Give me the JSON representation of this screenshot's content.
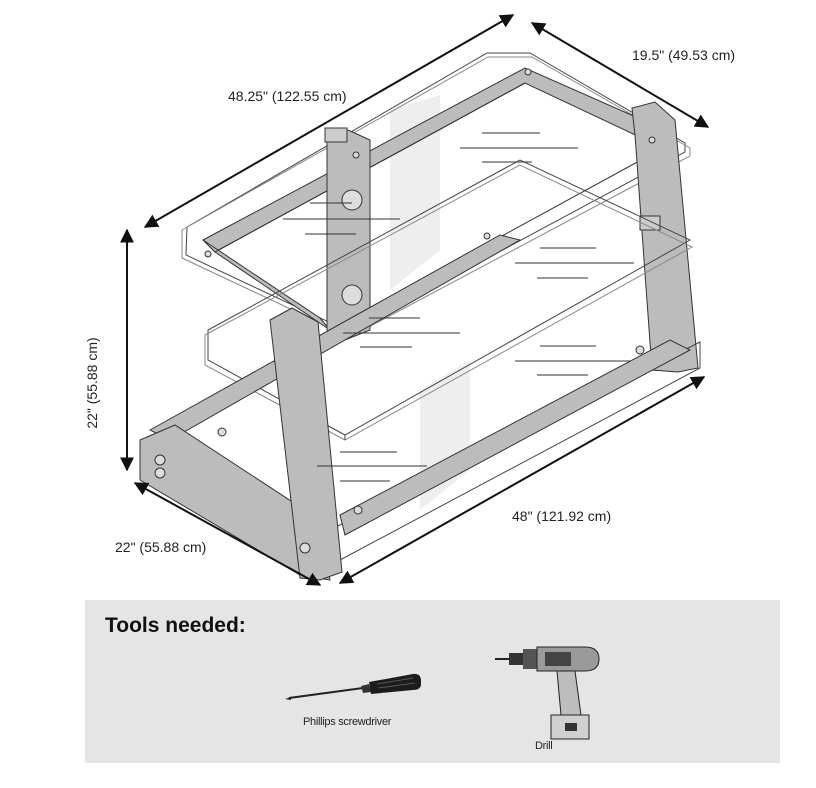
{
  "dimensions": {
    "top_width": "48.25\" (122.55 cm)",
    "top_depth": "19.5\" (49.53 cm)",
    "bottom_width": "48\" (121.92 cm)",
    "bottom_depth": "22\" (55.88 cm)",
    "height": "22\" (55.88 cm)"
  },
  "tools": {
    "title": "Tools needed:",
    "items": [
      {
        "label": "Phillips screwdriver",
        "icon": "screwdriver-icon"
      },
      {
        "label": "Drill",
        "icon": "drill-icon"
      }
    ]
  },
  "colors": {
    "frame": "#b8b8b8",
    "panel": "#e5e5e5",
    "line": "#222222"
  }
}
